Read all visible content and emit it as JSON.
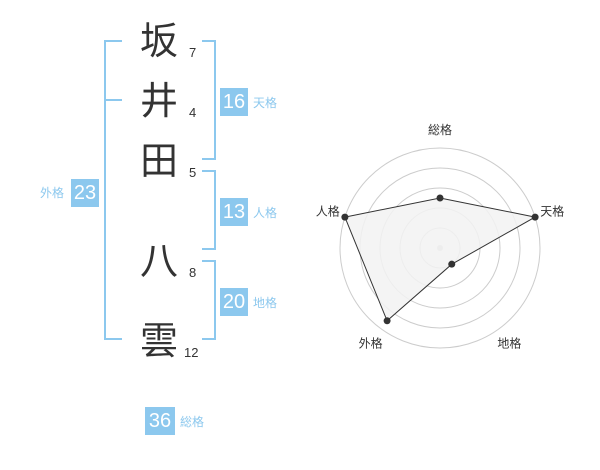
{
  "name": {
    "chars": [
      {
        "char": "坂",
        "strokes": "7"
      },
      {
        "char": "井",
        "strokes": "4"
      },
      {
        "char": "田",
        "strokes": "5"
      },
      {
        "char": "八",
        "strokes": "8"
      },
      {
        "char": "雲",
        "strokes": "12"
      }
    ]
  },
  "fortunes": {
    "tenkaku": {
      "value": "16",
      "label": "天格"
    },
    "jinkaku": {
      "value": "13",
      "label": "人格"
    },
    "chikaku": {
      "value": "20",
      "label": "地格"
    },
    "gaikaku": {
      "value": "23",
      "label": "外格"
    },
    "soukaku": {
      "value": "36",
      "label": "総格"
    }
  },
  "colors": {
    "accent": "#8cc8ee",
    "text": "#333333",
    "radar_fill": "#f2f2f2",
    "grid": "#cccccc"
  },
  "chart_data": {
    "type": "radar",
    "axes": [
      "総格",
      "天格",
      "地格",
      "外格",
      "人格"
    ],
    "values": [
      0.5,
      1.0,
      0.2,
      0.9,
      1.0
    ],
    "range": [
      0,
      1
    ],
    "grid_levels": 5
  }
}
